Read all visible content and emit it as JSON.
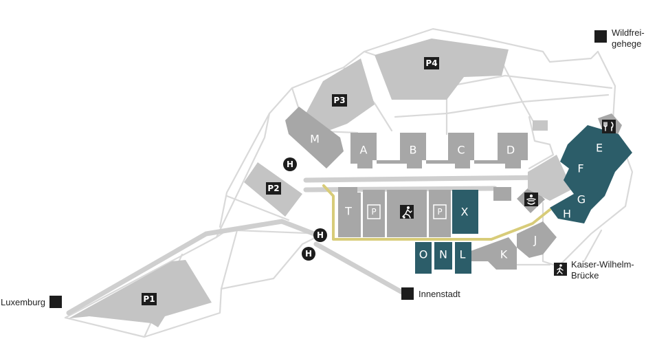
{
  "colors": {
    "road": "#d9d9d9",
    "parking_lot": "#c4c4c4",
    "building": "#a7a7a7",
    "highlight_building": "#2c5d69",
    "walkway": "#d8cc79",
    "badge": "#1d1d1d"
  },
  "parking": {
    "p1": "P1",
    "p2": "P2",
    "p3": "P3",
    "p4": "P4"
  },
  "buildings": {
    "a": "A",
    "b": "B",
    "c": "C",
    "d": "D",
    "e": "E",
    "f": "F",
    "g": "G",
    "h": "H",
    "j": "J",
    "k": "K",
    "l": "L",
    "m": "M",
    "n": "N",
    "o": "O",
    "t": "T",
    "x": "X"
  },
  "parking_markers": {
    "left": "P",
    "right": "P"
  },
  "bus_stop_label": "H",
  "destinations": {
    "wildfreigehege_line1": "Wildfrei-",
    "wildfreigehege_line2": "gehege",
    "luxemburg": "Luxemburg",
    "innenstadt": "Innenstadt",
    "kaiser_line1": "Kaiser-Wilhelm-",
    "kaiser_line2": "Brücke"
  },
  "icons": {
    "restaurant": "fork-knife-icon",
    "sports": "football-player-icon",
    "childcare": "baby-changing-icon",
    "pedestrian": "walking-person-icon"
  }
}
